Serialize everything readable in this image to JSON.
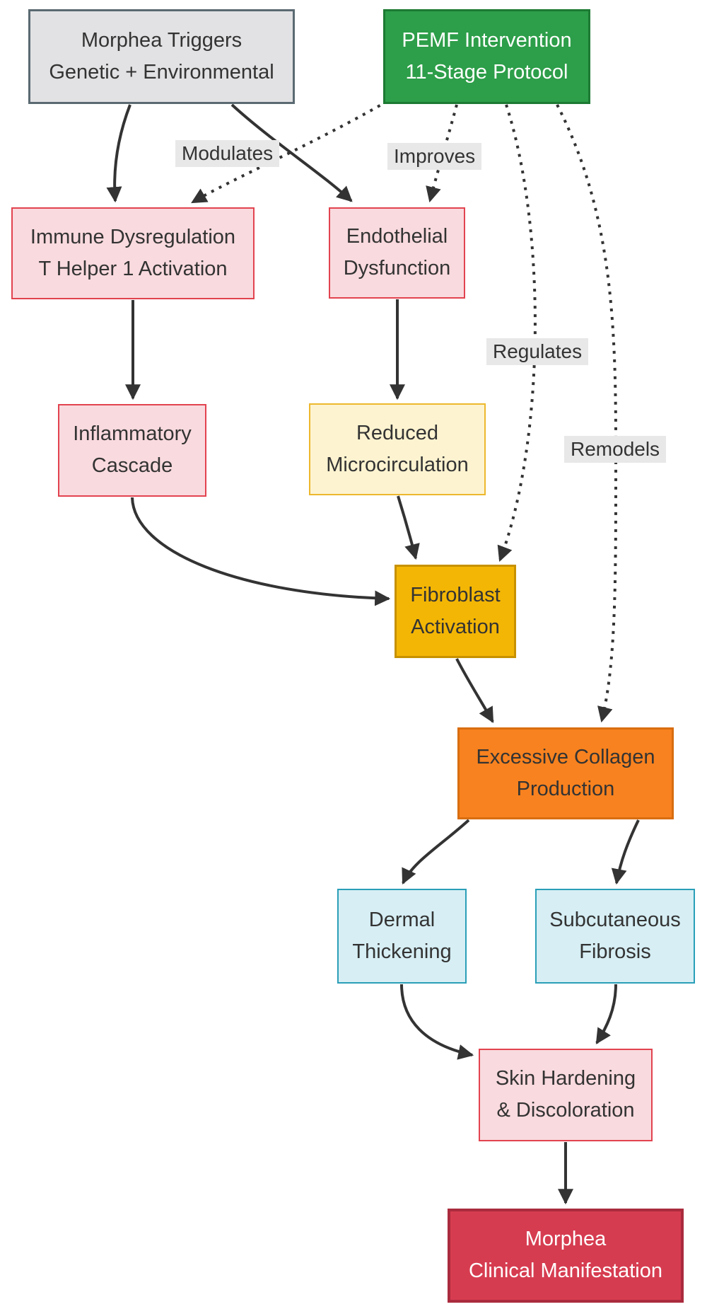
{
  "diagram": {
    "background": "#ffffff",
    "arrow_color": "#333333",
    "edge_label_background": "#e8e8e8",
    "text_color": "#333333",
    "nodes": {
      "morphea_triggers": {
        "lines": [
          "Morphea Triggers",
          "Genetic + Environmental"
        ],
        "fill": "#e2e2e4",
        "border": "#5b6a72",
        "text": "#333333"
      },
      "pemf": {
        "lines": [
          "PEMF Intervention",
          "11-Stage Protocol"
        ],
        "fill": "#2d9e49",
        "border": "#1d7a33",
        "text": "#ffffff"
      },
      "immune": {
        "lines": [
          "Immune Dysregulation",
          "T Helper 1 Activation"
        ],
        "fill": "#f9dade",
        "border": "#e2434f",
        "text": "#333333"
      },
      "endothelial": {
        "lines": [
          "Endothelial",
          "Dysfunction"
        ],
        "fill": "#f9dade",
        "border": "#e2434f",
        "text": "#333333"
      },
      "inflammatory": {
        "lines": [
          "Inflammatory",
          "Cascade"
        ],
        "fill": "#f9dade",
        "border": "#e2434f",
        "text": "#333333"
      },
      "reduced_micro": {
        "lines": [
          "Reduced",
          "Microcirculation"
        ],
        "fill": "#fdf3d0",
        "border": "#edb82d",
        "text": "#333333"
      },
      "fibroblast": {
        "lines": [
          "Fibroblast",
          "Activation"
        ],
        "fill": "#f4b605",
        "border": "#c79100",
        "text": "#333333"
      },
      "excessive_collagen": {
        "lines": [
          "Excessive Collagen",
          "Production"
        ],
        "fill": "#f8821f",
        "border": "#d96d10",
        "text": "#333333"
      },
      "dermal": {
        "lines": [
          "Dermal",
          "Thickening"
        ],
        "fill": "#d6eef4",
        "border": "#2b9fb8",
        "text": "#333333"
      },
      "subcutaneous": {
        "lines": [
          "Subcutaneous",
          "Fibrosis"
        ],
        "fill": "#d6eef4",
        "border": "#2b9fb8",
        "text": "#333333"
      },
      "skin_hardening": {
        "lines": [
          "Skin Hardening",
          "& Discoloration"
        ],
        "fill": "#f9dade",
        "border": "#e2434f",
        "text": "#333333"
      },
      "morphea_clinical": {
        "lines": [
          "Morphea",
          "Clinical Manifestation"
        ],
        "fill": "#d63c50",
        "border": "#aa2b3d",
        "text": "#ffffff"
      }
    },
    "edge_labels": {
      "modulates": "Modulates",
      "improves": "Improves",
      "regulates": "Regulates",
      "remodels": "Remodels"
    },
    "edges": [
      {
        "from": "morphea_triggers",
        "to": "immune",
        "style": "solid"
      },
      {
        "from": "morphea_triggers",
        "to": "endothelial",
        "style": "solid"
      },
      {
        "from": "pemf",
        "to": "immune",
        "style": "dotted",
        "label": "Modulates"
      },
      {
        "from": "pemf",
        "to": "endothelial",
        "style": "dotted",
        "label": "Improves"
      },
      {
        "from": "pemf",
        "to": "fibroblast",
        "style": "dotted",
        "label": "Regulates"
      },
      {
        "from": "pemf",
        "to": "excessive_collagen",
        "style": "dotted",
        "label": "Remodels"
      },
      {
        "from": "immune",
        "to": "inflammatory",
        "style": "solid"
      },
      {
        "from": "endothelial",
        "to": "reduced_micro",
        "style": "solid"
      },
      {
        "from": "inflammatory",
        "to": "fibroblast",
        "style": "solid"
      },
      {
        "from": "reduced_micro",
        "to": "fibroblast",
        "style": "solid"
      },
      {
        "from": "fibroblast",
        "to": "excessive_collagen",
        "style": "solid"
      },
      {
        "from": "excessive_collagen",
        "to": "dermal",
        "style": "solid"
      },
      {
        "from": "excessive_collagen",
        "to": "subcutaneous",
        "style": "solid"
      },
      {
        "from": "dermal",
        "to": "skin_hardening",
        "style": "solid"
      },
      {
        "from": "subcutaneous",
        "to": "skin_hardening",
        "style": "solid"
      },
      {
        "from": "skin_hardening",
        "to": "morphea_clinical",
        "style": "solid"
      }
    ]
  }
}
